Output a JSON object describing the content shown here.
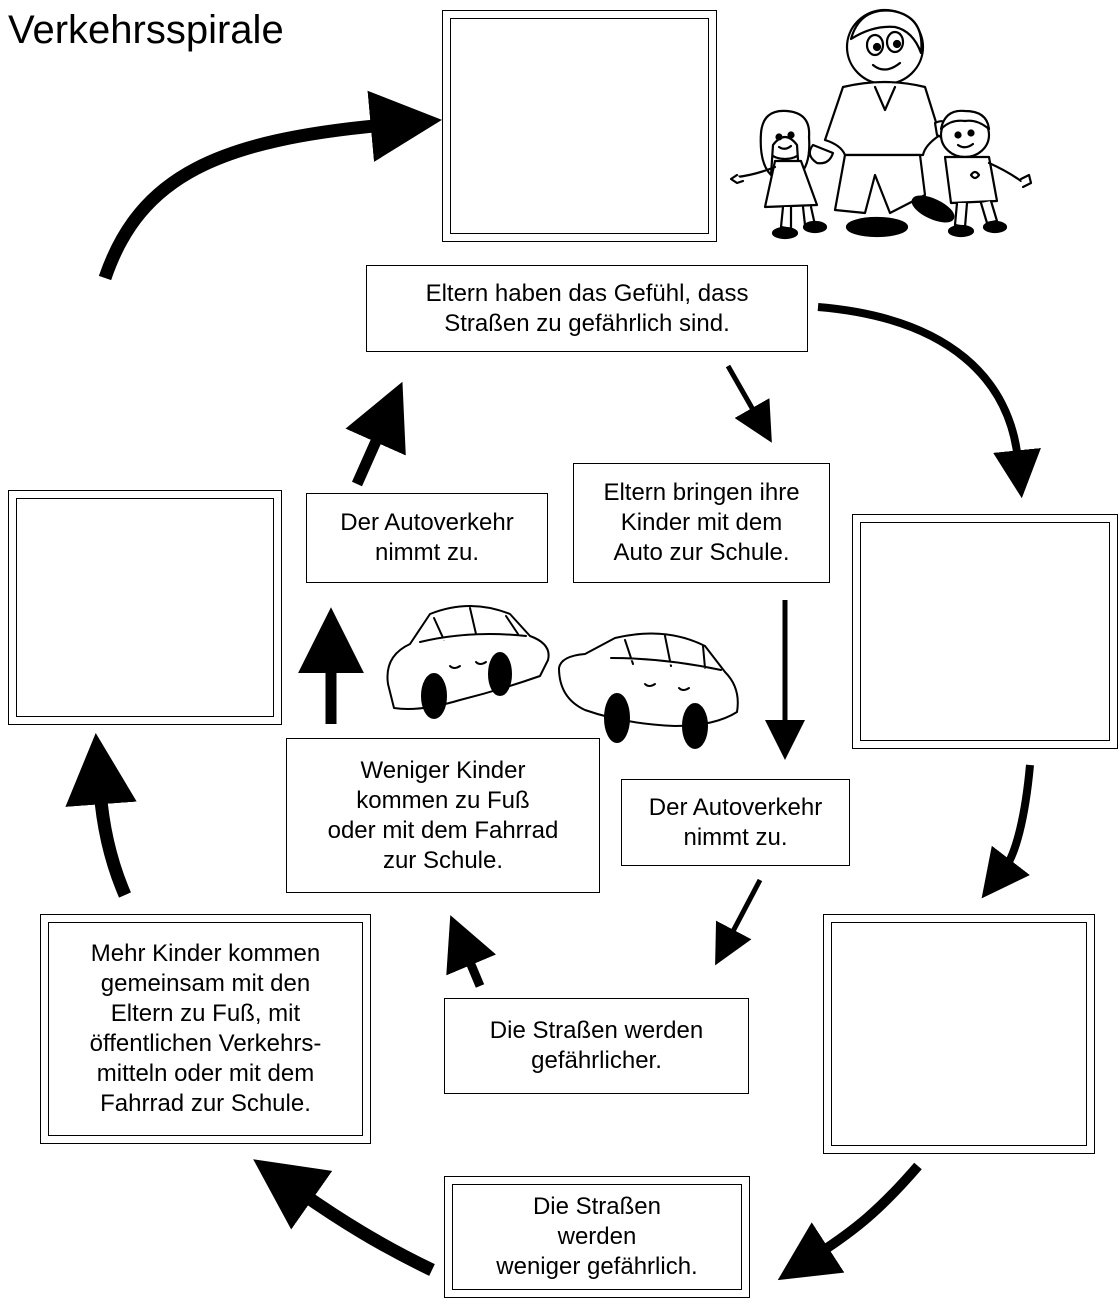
{
  "title": "Verkehrsspirale",
  "statements": {
    "parents_feel_danger": "Eltern haben das Gefühl, dass\nStraßen zu gefährlich sind.",
    "parents_drive_children": "Eltern bringen ihre\nKinder mit dem\nAuto zur Schule.",
    "traffic_increases_right": "Der Autoverkehr\nnimmt zu.",
    "streets_more_dangerous": "Die Straßen werden\ngefährlicher.",
    "fewer_children_walk": "Weniger Kinder\nkommen zu Fuß\noder mit dem Fahrrad\nzur Schule.",
    "traffic_increases_left": "Der Autoverkehr\nnimmt zu.",
    "streets_less_dangerous": "Die Straßen\nwerden\nweniger gefährlich.",
    "more_children_walk": "Mehr Kinder kommen\ngemeinsam mit den\nEltern zu Fuß, mit\nöffentlichen Verkehrs-\nmitteln oder mit dem\nFahrrad zur Schule."
  },
  "empty_boxes": {
    "top": "",
    "right_upper": "",
    "right_lower": "",
    "left": ""
  }
}
